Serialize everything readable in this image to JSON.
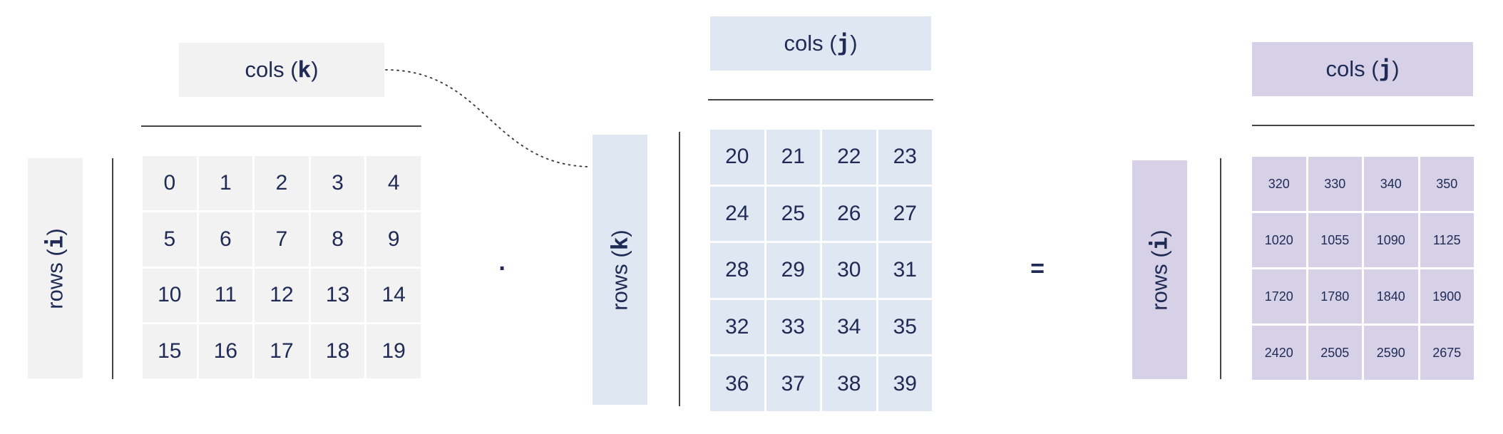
{
  "left": {
    "cols_prefix": "cols (",
    "cols_var": "k",
    "cols_suffix": ")",
    "rows_prefix": "rows (",
    "rows_var": "i",
    "rows_suffix": ")",
    "cells": [
      "0",
      "1",
      "2",
      "3",
      "4",
      "5",
      "6",
      "7",
      "8",
      "9",
      "10",
      "11",
      "12",
      "13",
      "14",
      "15",
      "16",
      "17",
      "18",
      "19"
    ]
  },
  "operator_dot": "·",
  "middle": {
    "cols_prefix": "cols (",
    "cols_var": "j",
    "cols_suffix": ")",
    "rows_prefix": "rows (",
    "rows_var": "k",
    "rows_suffix": ")",
    "cells": [
      "20",
      "21",
      "22",
      "23",
      "24",
      "25",
      "26",
      "27",
      "28",
      "29",
      "30",
      "31",
      "32",
      "33",
      "34",
      "35",
      "36",
      "37",
      "38",
      "39"
    ]
  },
  "operator_equals": "=",
  "right": {
    "cols_prefix": "cols (",
    "cols_var": "j",
    "cols_suffix": ")",
    "rows_prefix": "rows (",
    "rows_var": "i",
    "rows_suffix": ")",
    "cells": [
      "320",
      "330",
      "340",
      "350",
      "1020",
      "1055",
      "1090",
      "1125",
      "1720",
      "1780",
      "1840",
      "1900",
      "2420",
      "2505",
      "2590",
      "2675"
    ]
  },
  "colors": {
    "gray": "#f2f2f2",
    "blue": "#dfe8f2",
    "purple": "#d6d1e6",
    "text": "#1f2a55"
  }
}
